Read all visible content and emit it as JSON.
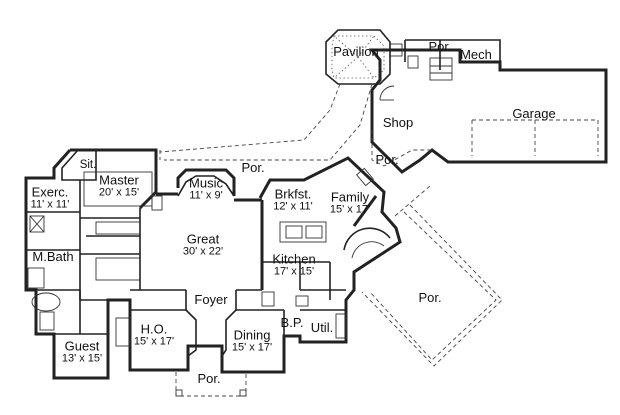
{
  "rooms": {
    "pavilion": {
      "name": "Pavilion"
    },
    "mech": {
      "name": "Mech"
    },
    "por_top": {
      "name": "Por."
    },
    "shop": {
      "name": "Shop"
    },
    "garage": {
      "name": "Garage"
    },
    "por_mid": {
      "name": "Por."
    },
    "por_shop": {
      "name": "Por."
    },
    "sit": {
      "name": "Sit."
    },
    "master": {
      "name": "Master",
      "dims": "20' x 15'"
    },
    "exerc": {
      "name": "Exerc.",
      "dims": "11' x 11'"
    },
    "music": {
      "name": "Music",
      "dims": "11' x 9'"
    },
    "brkfst": {
      "name": "Brkfst.",
      "dims": "12' x 11'"
    },
    "family": {
      "name": "Family",
      "dims": "15' x 17'"
    },
    "great": {
      "name": "Great",
      "dims": "30' x 22'"
    },
    "mbath": {
      "name": "M.Bath"
    },
    "kitchen": {
      "name": "Kitchen",
      "dims": "17' x 15'"
    },
    "por_right": {
      "name": "Por."
    },
    "foyer": {
      "name": "Foyer"
    },
    "ho": {
      "name": "H.O.",
      "dims": "15' x 17'"
    },
    "dining": {
      "name": "Dining",
      "dims": "15' x 17'"
    },
    "bp": {
      "name": "B.P."
    },
    "util": {
      "name": "Util."
    },
    "guest": {
      "name": "Guest",
      "dims": "13' x 15'"
    },
    "por_front": {
      "name": "Por."
    }
  }
}
